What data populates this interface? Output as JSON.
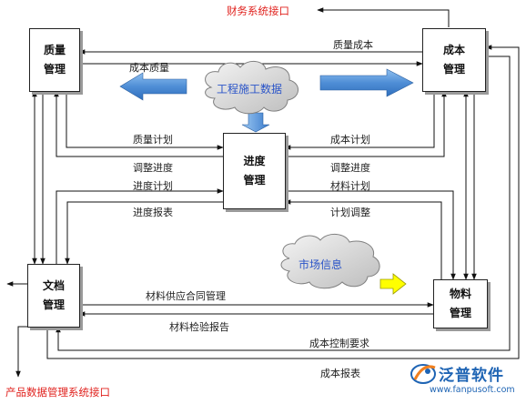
{
  "boxes": {
    "quality": "质量\n管理",
    "cost": "成本\n管理",
    "progress": "进度\n管理",
    "document": "文档\n管理",
    "material": "物料\n管理"
  },
  "labels": {
    "finance_interface": "财务系统接口",
    "product_interface": "产品数据管理系统接口",
    "quality_cost": "质量成本",
    "cost_quality": "成本质量",
    "quality_plan": "质量计划",
    "cost_plan": "成本计划",
    "adjust_progress_left": "调整进度",
    "adjust_progress_right": "调整进度",
    "progress_plan": "进度计划",
    "material_plan": "材料计划",
    "progress_report": "进度报表",
    "plan_adjust": "计划调整",
    "supply_contract": "材料供应合同管理",
    "inspection_report": "材料检验报告",
    "cost_control": "成本控制要求",
    "cost_report": "成本报表"
  },
  "clouds": {
    "engineering": "工程施工数据",
    "market": "市场信息"
  },
  "watermark": {
    "brand": "泛普软件",
    "url": "www.fanpusoft.com"
  },
  "colors": {
    "arrow_blue": "#4f8ed6",
    "cloud_fill": "#dcdcdc",
    "yellow_arrow": "#ffff00",
    "red_text": "#e0211d",
    "brand_blue": "#1e64b4"
  }
}
